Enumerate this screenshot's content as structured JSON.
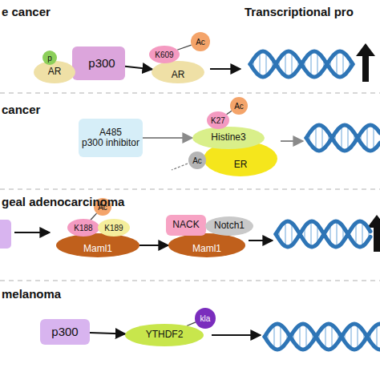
{
  "diagram": {
    "nodes": [
      {
        "text": [
          "p"
        ]
      },
      {
        "text": [
          "AR"
        ]
      },
      {
        "text": [
          "p300"
        ]
      },
      {
        "text": [
          "K609"
        ]
      },
      {
        "text": [
          "Ac"
        ]
      },
      {
        "text": [
          "AR"
        ]
      },
      {
        "text": [
          "A485",
          "p300 inhibitor"
        ]
      },
      {
        "text": [
          "K27"
        ]
      },
      {
        "text": [
          "Ac"
        ]
      },
      {
        "text": [
          "Histine3"
        ]
      },
      {
        "text": [
          "ER"
        ]
      },
      {
        "text": [
          "Ac"
        ]
      },
      {
        "text": [
          "Ac"
        ]
      },
      {
        "text": [
          "K188"
        ]
      },
      {
        "text": [
          "K189"
        ]
      },
      {
        "text": [
          "Maml1"
        ]
      },
      {
        "text": [
          "NACK"
        ]
      },
      {
        "text": [
          "Notch1"
        ]
      },
      {
        "text": [
          "Maml1"
        ]
      },
      {
        "text": [
          "p300"
        ]
      },
      {
        "text": [
          "YTHDF2"
        ]
      },
      {
        "text": [
          "kla"
        ]
      }
    ],
    "edges": [
      {
        "from": 2,
        "to": 5,
        "arrow": "to"
      },
      {
        "from": 3,
        "to": 4,
        "arrow": "none"
      },
      {
        "from": 6,
        "to": 9,
        "arrow": "to"
      },
      {
        "from": 7,
        "to": 8,
        "arrow": "none"
      },
      {
        "from": 12,
        "to": 13,
        "arrow": "none"
      },
      {
        "from": 15,
        "to": 18,
        "arrow": "to"
      },
      {
        "from": 19,
        "to": 20,
        "arrow": "to"
      },
      {
        "from": 20,
        "to": 21,
        "arrow": "none"
      }
    ],
    "labels": [
      "e cancer",
      "Transcriptional pro",
      "cancer",
      "geal adenocarcinoma",
      "melanoma"
    ]
  }
}
